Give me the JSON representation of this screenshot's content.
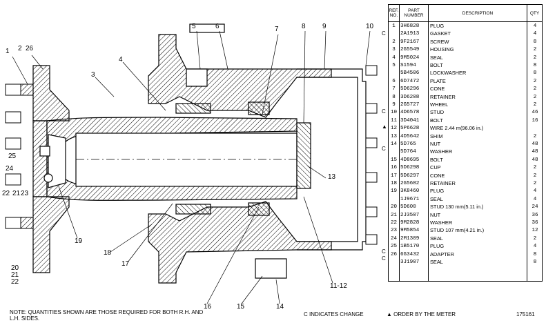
{
  "callouts": [
    "1",
    "2",
    "26",
    "3",
    "4",
    "5",
    "6",
    "7",
    "8",
    "9",
    "10",
    "13",
    "19",
    "18",
    "17",
    "16",
    "15",
    "14",
    "11-12",
    "22",
    "21",
    "23",
    "24",
    "25",
    "20",
    "21",
    "22"
  ],
  "footer": {
    "note": "NOTE: QUANTITIES SHOWN ARE THOSE REQUIRED FOR BOTH R.H. AND L.H. SIDES.",
    "legend_c": "C INDICATES CHANGE",
    "legend_order": "▲ ORDER BY THE METER",
    "page_number": "175161"
  },
  "table": {
    "headers": {
      "ref": "REF. NO.",
      "part": "PART NUMBER",
      "desc": "DESCRIPTION",
      "qty": "QTY"
    },
    "rows": [
      {
        "ref": "1",
        "part": "3H6828",
        "desc": "PLUG",
        "qty": "4"
      },
      {
        "ref": "",
        "part": "2A1913",
        "desc": "GASKET",
        "qty": "4"
      },
      {
        "ref": "2",
        "part": "9F2167",
        "desc": "SCREW",
        "qty": "8"
      },
      {
        "ref": "3",
        "part": "2G5549",
        "desc": "HOUSING",
        "qty": "2"
      },
      {
        "ref": "4",
        "part": "9M5024",
        "desc": "SEAL",
        "qty": "2"
      },
      {
        "ref": "5",
        "part": "S1594",
        "desc": "BOLT",
        "qty": "8"
      },
      {
        "ref": "",
        "part": "5B4506",
        "desc": "LOCKWASHER",
        "qty": "8"
      },
      {
        "ref": "6",
        "part": "6D7472",
        "desc": "PLATE",
        "qty": "2"
      },
      {
        "ref": "7",
        "part": "5D6296",
        "desc": "CONE",
        "qty": "2"
      },
      {
        "ref": "8",
        "part": "3D6208",
        "desc": "RETAINER",
        "qty": "2"
      },
      {
        "ref": "9",
        "part": "2G5727",
        "desc": "WHEEL",
        "qty": "2"
      },
      {
        "ref": "10",
        "part": "4D6578",
        "desc": "STUD",
        "qty": "46"
      },
      {
        "ref": "11",
        "part": "3D4041",
        "desc": "BOLT",
        "qty": "16"
      },
      {
        "ref": "12",
        "part": "5P6628",
        "desc": "WIRE 2.44 m(96.06 in.)",
        "qty": ""
      },
      {
        "ref": "13",
        "part": "4D5642",
        "desc": "SHIM",
        "qty": "2"
      },
      {
        "ref": "14",
        "part": "5D765",
        "desc": "NUT",
        "qty": "48"
      },
      {
        "ref": "",
        "part": "5D764",
        "desc": "WASHER",
        "qty": "48"
      },
      {
        "ref": "15",
        "part": "4D8695",
        "desc": "BOLT",
        "qty": "48"
      },
      {
        "ref": "16",
        "part": "5D6298",
        "desc": "CUP",
        "qty": "2"
      },
      {
        "ref": "17",
        "part": "5D6297",
        "desc": "CONE",
        "qty": "2"
      },
      {
        "ref": "18",
        "part": "2G5682",
        "desc": "RETAINER",
        "qty": "2"
      },
      {
        "ref": "19",
        "part": "3K8460",
        "desc": "PLUG",
        "qty": "4"
      },
      {
        "ref": "",
        "part": "1J9671",
        "desc": "SEAL",
        "qty": "4"
      },
      {
        "ref": "20",
        "part": "5D600",
        "desc": "STUD 130 mm(5.11 in.)",
        "qty": "24"
      },
      {
        "ref": "21",
        "part": "2J3507",
        "desc": "NUT",
        "qty": "36"
      },
      {
        "ref": "22",
        "part": "9M2828",
        "desc": "WASHER",
        "qty": "36"
      },
      {
        "ref": "23",
        "part": "9M5854",
        "desc": "STUD 107 mm(4.21 in.)",
        "qty": "12"
      },
      {
        "ref": "24",
        "part": "2M1309",
        "desc": "SEAL",
        "qty": "2"
      },
      {
        "ref": "25",
        "part": "1B5170",
        "desc": "PLUG",
        "qty": "4"
      },
      {
        "ref": "26",
        "part": "6G3432",
        "desc": "ADAPTER",
        "qty": "8"
      },
      {
        "ref": "",
        "part": "3J1907",
        "desc": "SEAL",
        "qty": "8"
      }
    ],
    "change_markers": [
      "C",
      "C",
      "▲",
      "C",
      "C",
      "C"
    ]
  }
}
